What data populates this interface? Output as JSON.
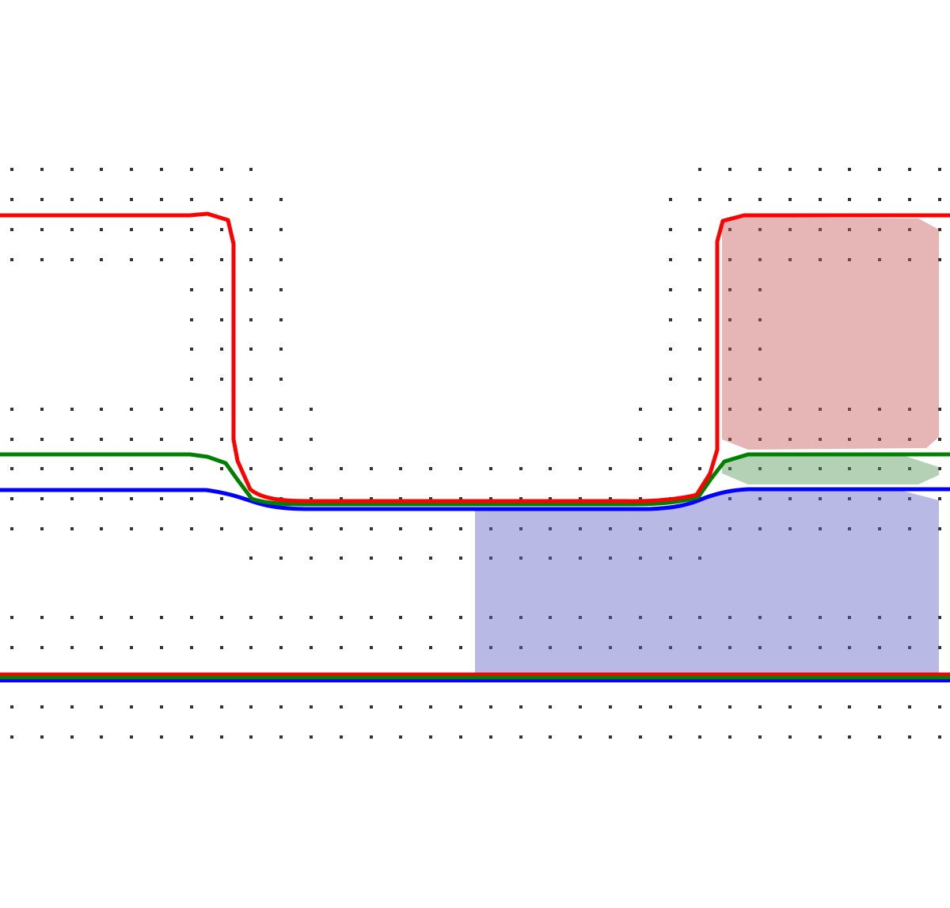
{
  "diagram": {
    "description_visible_text": "",
    "colors": {
      "background": "#ffffff",
      "grid_dot": "#333333",
      "red_line": "#ff0000",
      "green_line": "#008000",
      "blue_line": "#0000ff",
      "red_fill": "#c85a5a",
      "green_fill": "#5a9a5a",
      "blue_fill": "#6464c8",
      "fill_opacity": 0.45
    },
    "elements": [
      {
        "name": "red-top-curve",
        "color_key": "red_line"
      },
      {
        "name": "green-top-curve",
        "color_key": "green_line"
      },
      {
        "name": "blue-top-curve",
        "color_key": "blue_line"
      },
      {
        "name": "red-bottom-line",
        "color_key": "red_line"
      },
      {
        "name": "green-bottom-line",
        "color_key": "green_line"
      },
      {
        "name": "blue-bottom-line",
        "color_key": "blue_line"
      },
      {
        "name": "red-shaded-region",
        "color_key": "red_fill"
      },
      {
        "name": "green-shaded-region",
        "color_key": "green_fill"
      },
      {
        "name": "blue-shaded-region",
        "color_key": "blue_fill"
      }
    ]
  }
}
